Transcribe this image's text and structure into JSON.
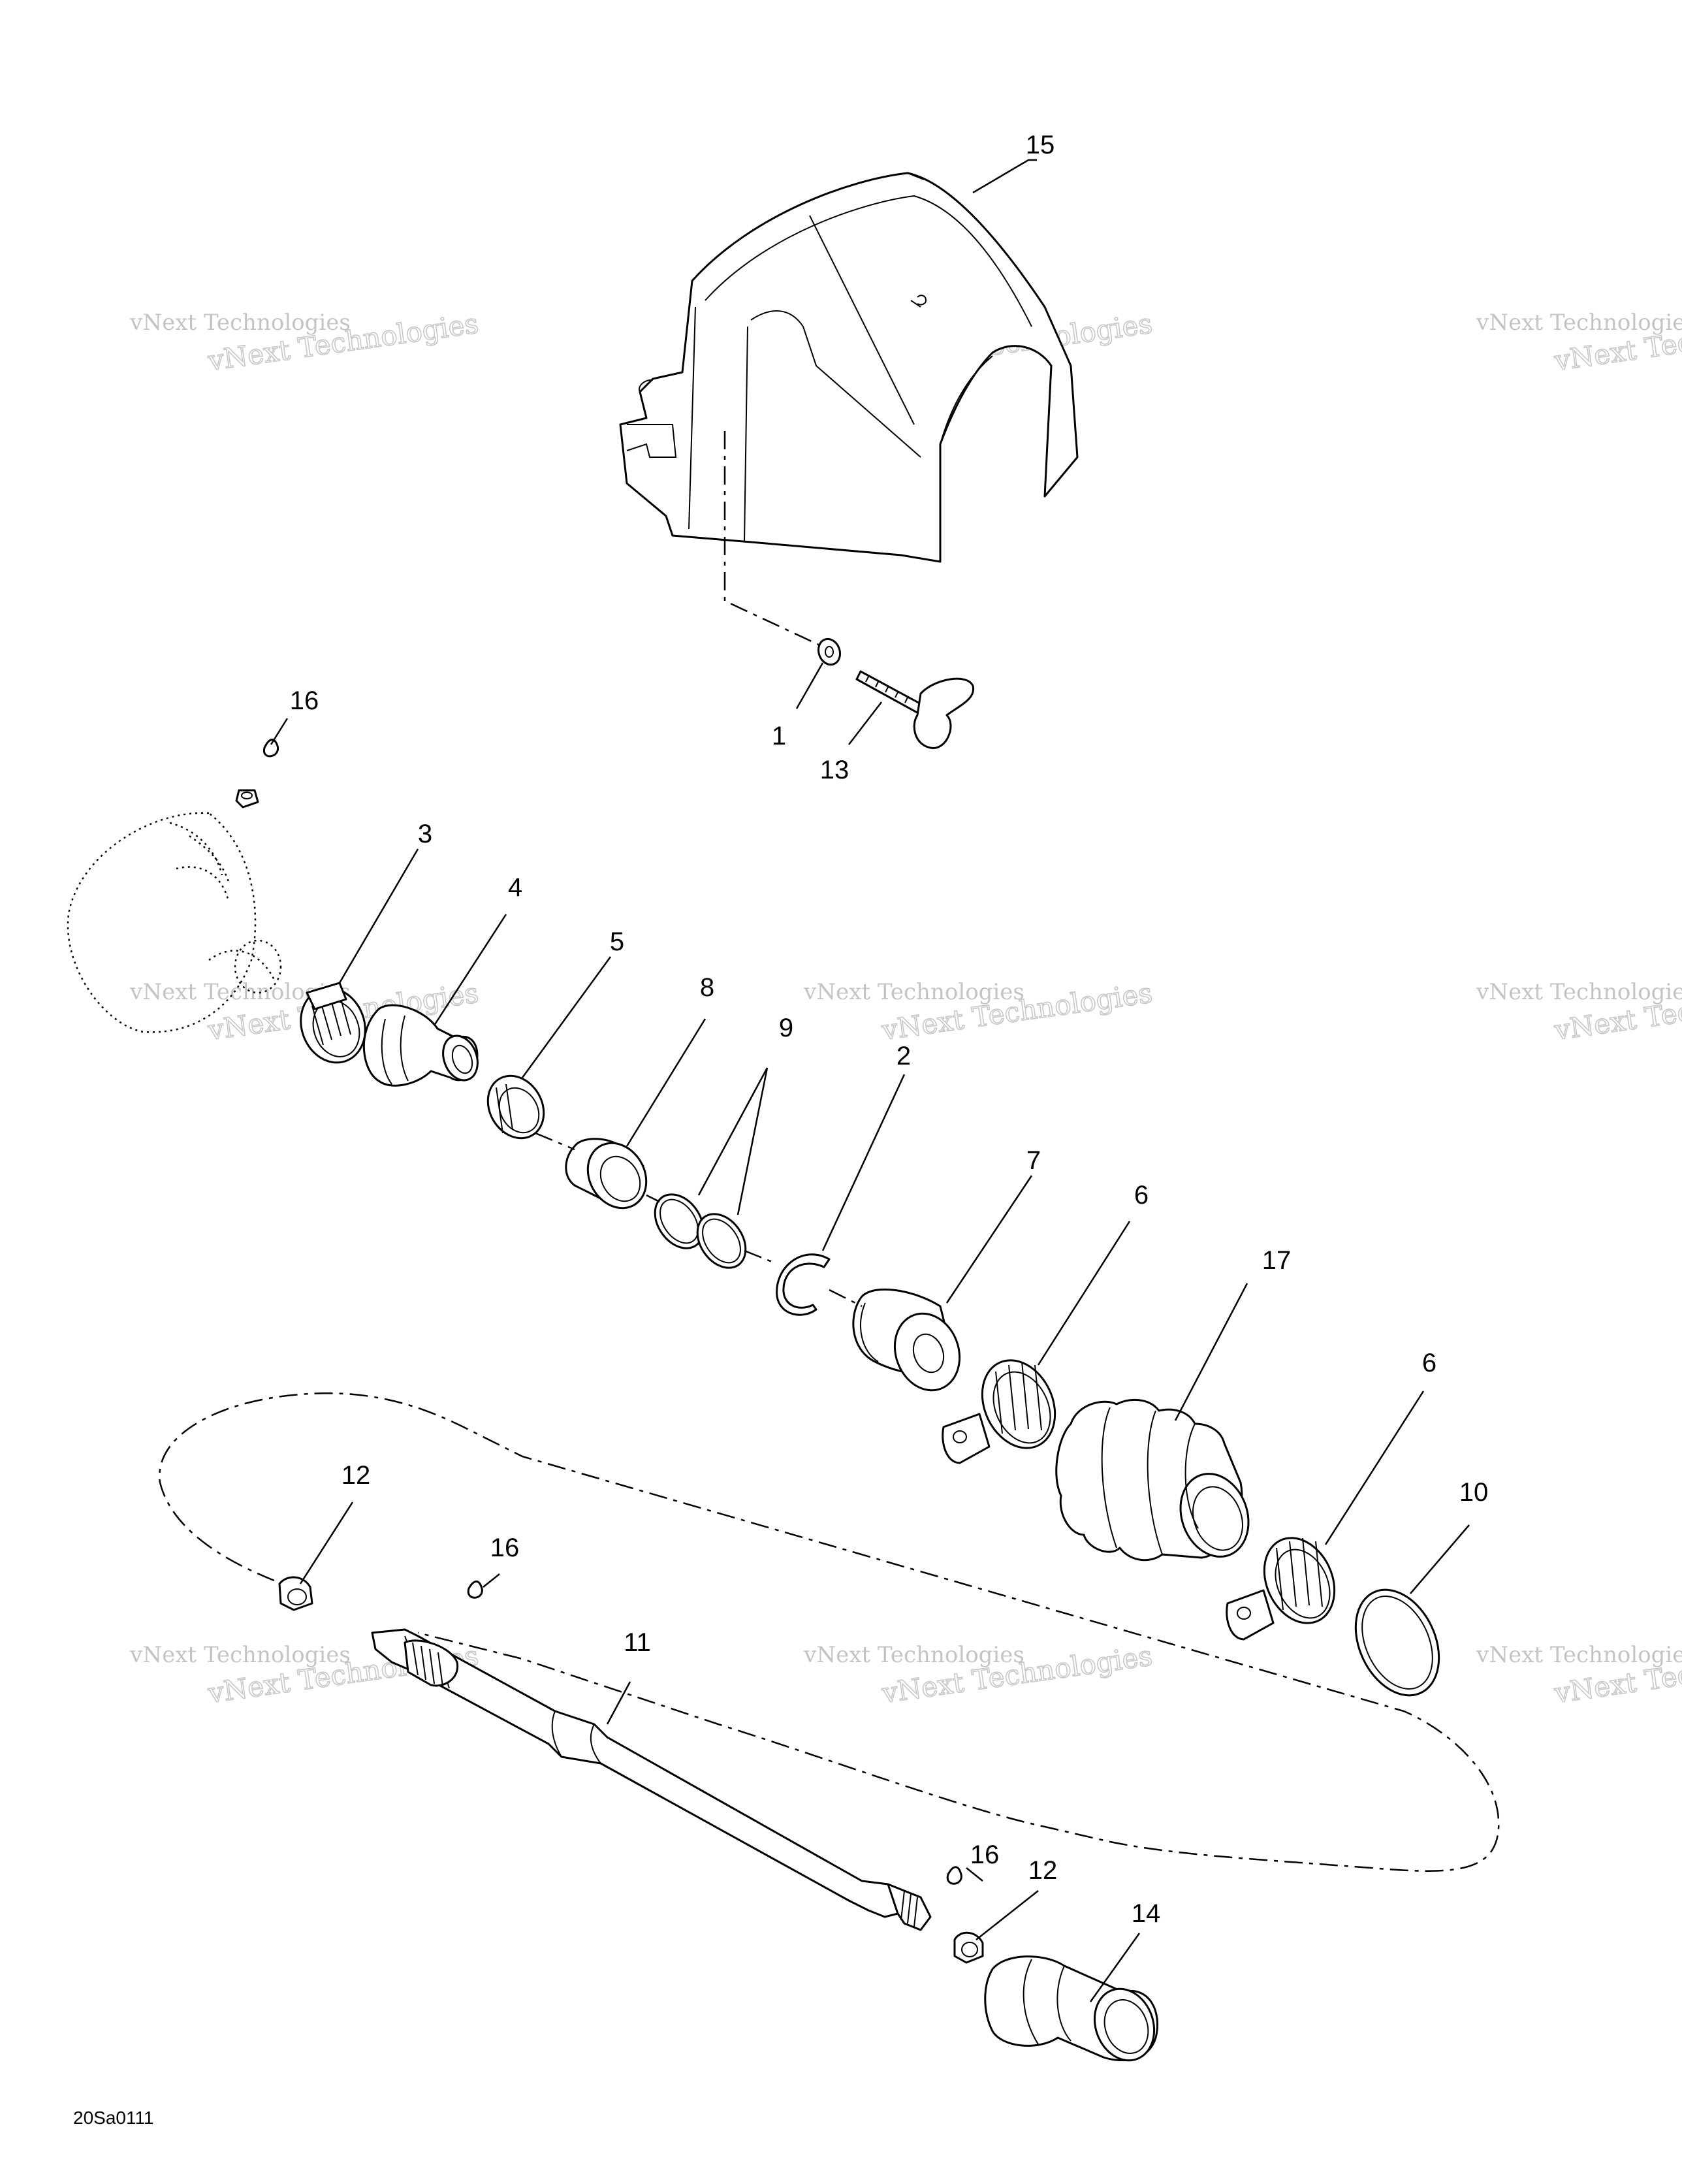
{
  "diagram": {
    "code": "20Sa0111",
    "watermark": {
      "line1": "vNext Technologies",
      "line2": "vNext Technologies"
    },
    "callouts": [
      {
        "id": "c15",
        "label": "15"
      },
      {
        "id": "c1",
        "label": "1"
      },
      {
        "id": "c13",
        "label": "13"
      },
      {
        "id": "c16a",
        "label": "16"
      },
      {
        "id": "c3",
        "label": "3"
      },
      {
        "id": "c4",
        "label": "4"
      },
      {
        "id": "c5",
        "label": "5"
      },
      {
        "id": "c8",
        "label": "8"
      },
      {
        "id": "c9",
        "label": "9"
      },
      {
        "id": "c2",
        "label": "2"
      },
      {
        "id": "c7",
        "label": "7"
      },
      {
        "id": "c6a",
        "label": "6"
      },
      {
        "id": "c17",
        "label": "17"
      },
      {
        "id": "c6b",
        "label": "6"
      },
      {
        "id": "c10",
        "label": "10"
      },
      {
        "id": "c12a",
        "label": "12"
      },
      {
        "id": "c16b",
        "label": "16"
      },
      {
        "id": "c11",
        "label": "11"
      },
      {
        "id": "c16c",
        "label": "16"
      },
      {
        "id": "c12b",
        "label": "12"
      },
      {
        "id": "c14",
        "label": "14"
      }
    ]
  }
}
